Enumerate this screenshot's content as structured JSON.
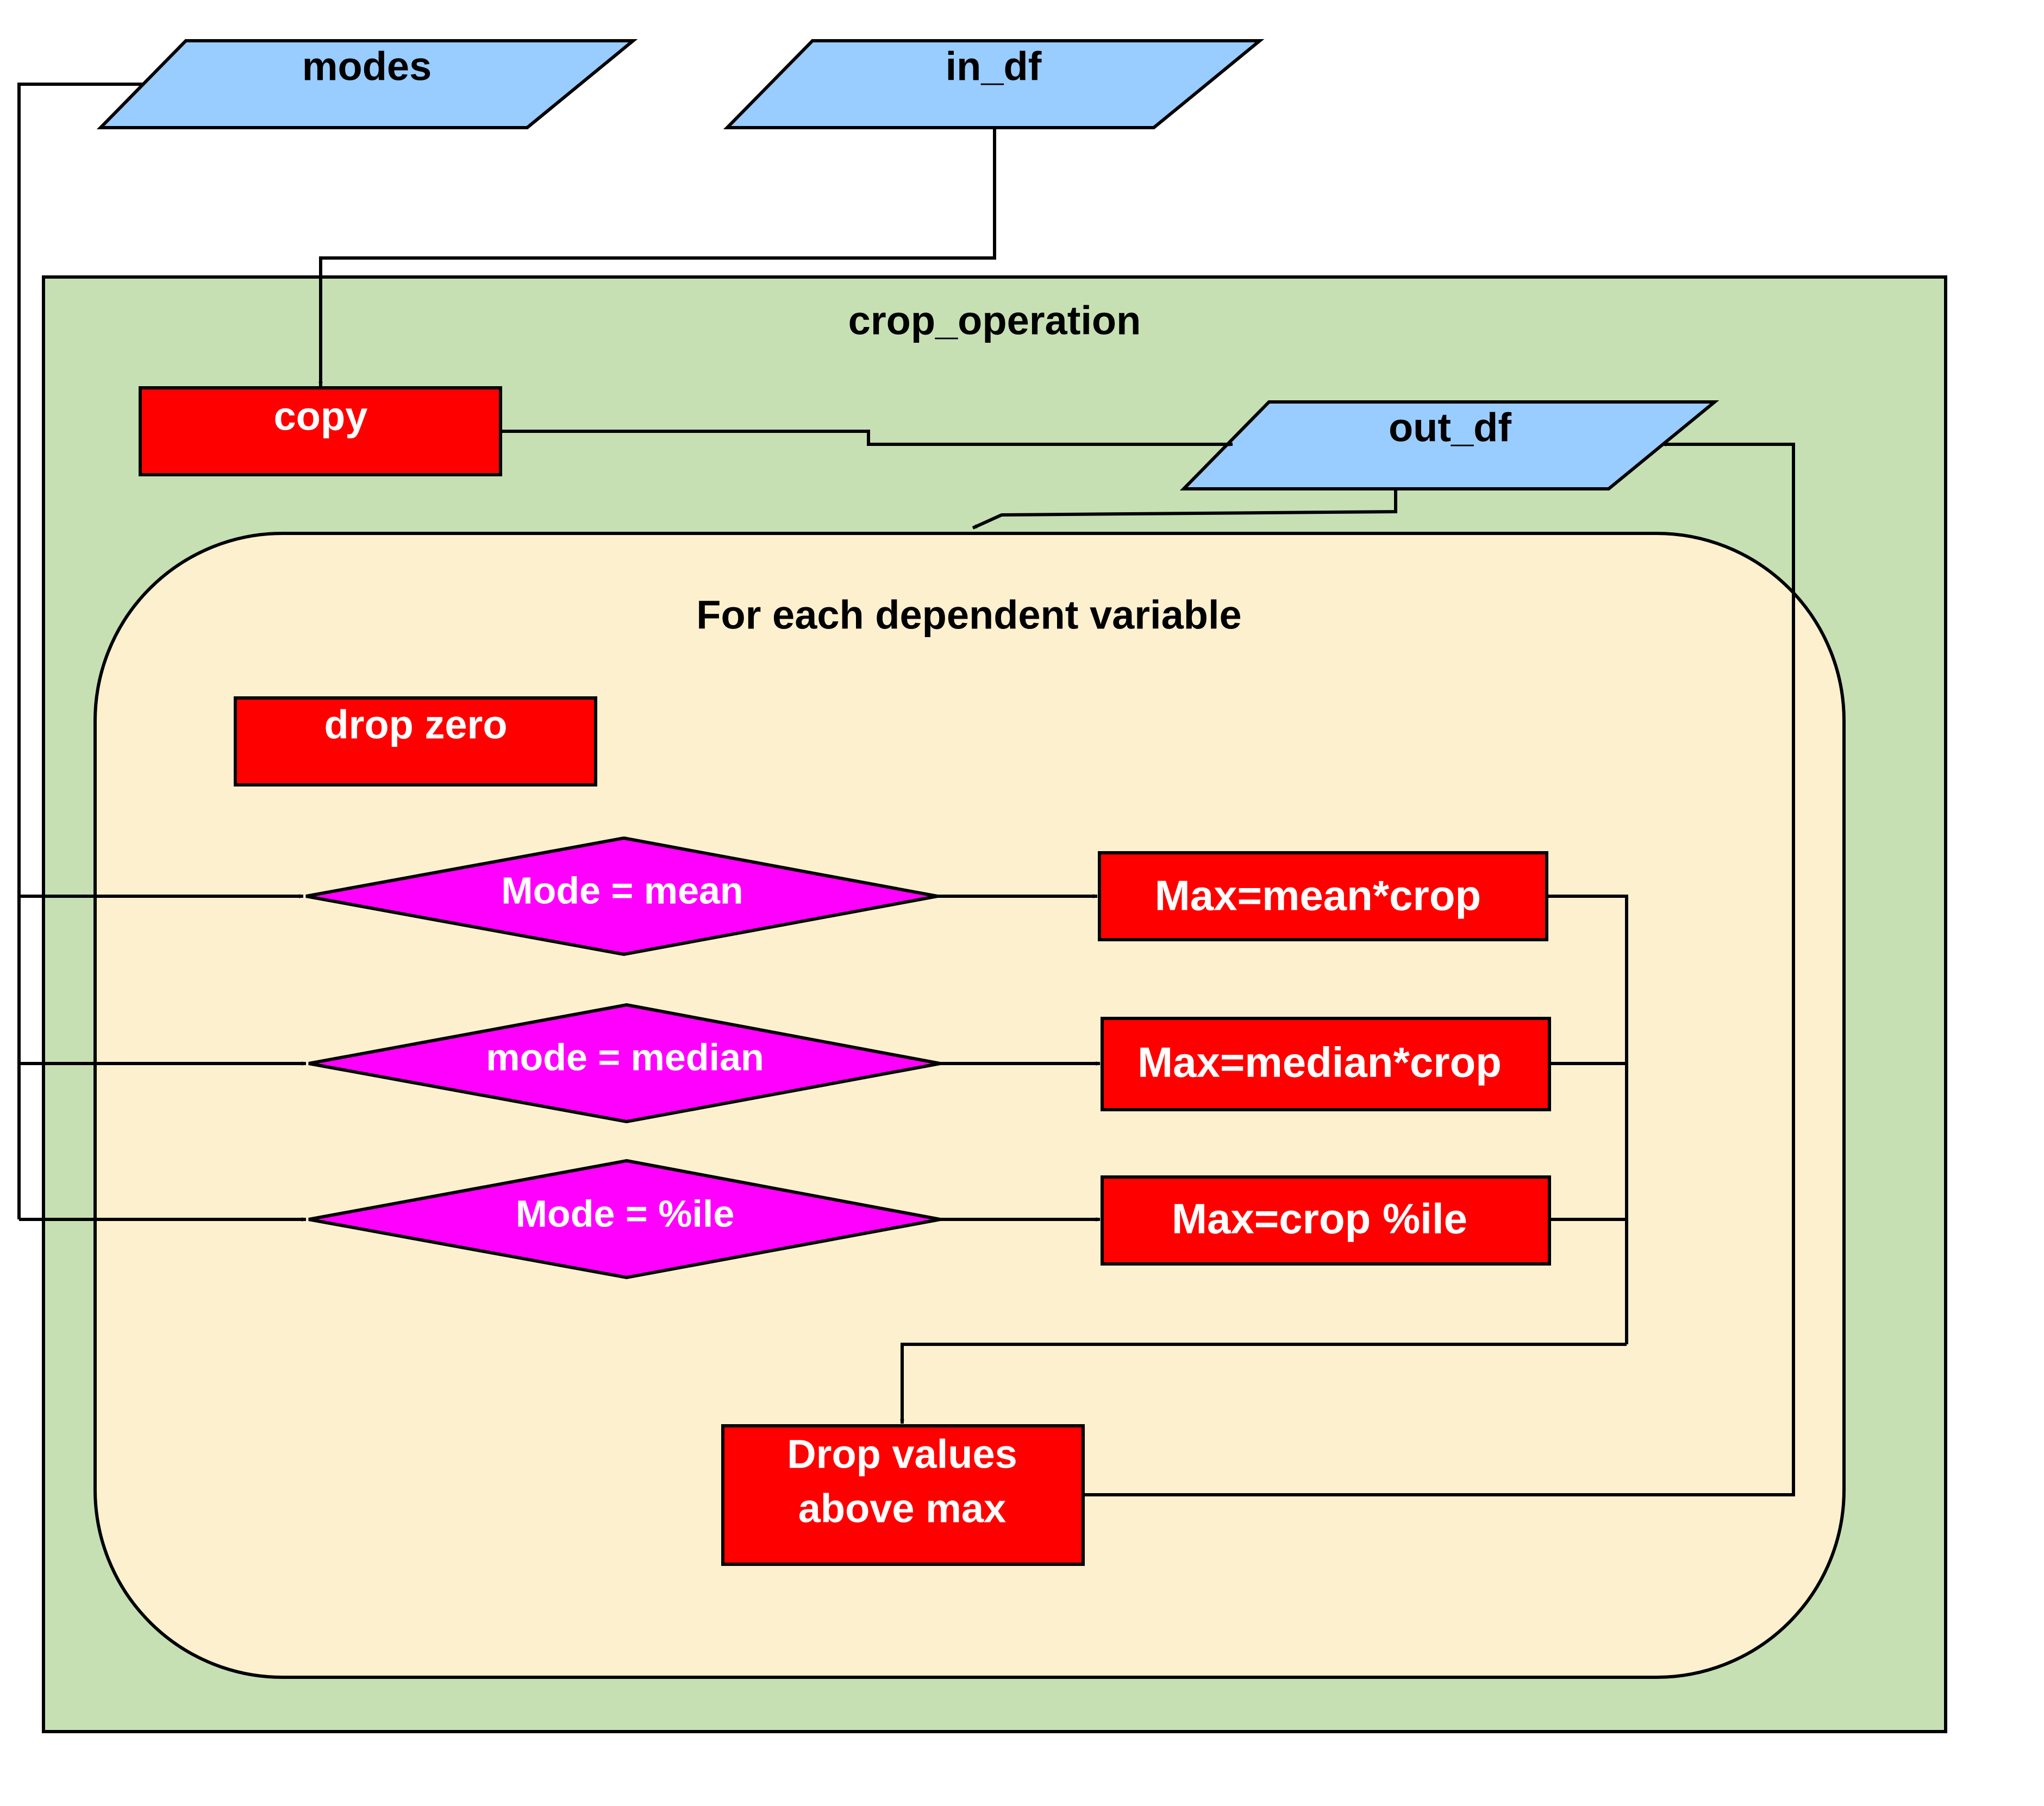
{
  "colors": {
    "input_fill": "#99ccff",
    "group_fill": "#c6e0b4",
    "loop_fill": "#fdf0cf",
    "process_fill": "#ff0000",
    "decision_fill": "#ff00ff",
    "edge": "#000000",
    "dark_text": "#000000",
    "light_text": "#ffffff"
  },
  "inputs": {
    "modes": "modes",
    "in_df": "in_df"
  },
  "group": {
    "title": "crop_operation"
  },
  "nodes": {
    "copy": "copy",
    "out_df": "out_df",
    "drop_zero": "drop zero",
    "drop_values_line1": "Drop values",
    "drop_values_line2": "above max"
  },
  "loop": {
    "title": "For each dependent variable"
  },
  "decisions": [
    {
      "label": "Mode = mean",
      "result": "Max=mean*crop"
    },
    {
      "label": "mode = median",
      "result": "Max=median*crop"
    },
    {
      "label": "Mode = %ile",
      "result": "Max=crop %ile"
    }
  ]
}
